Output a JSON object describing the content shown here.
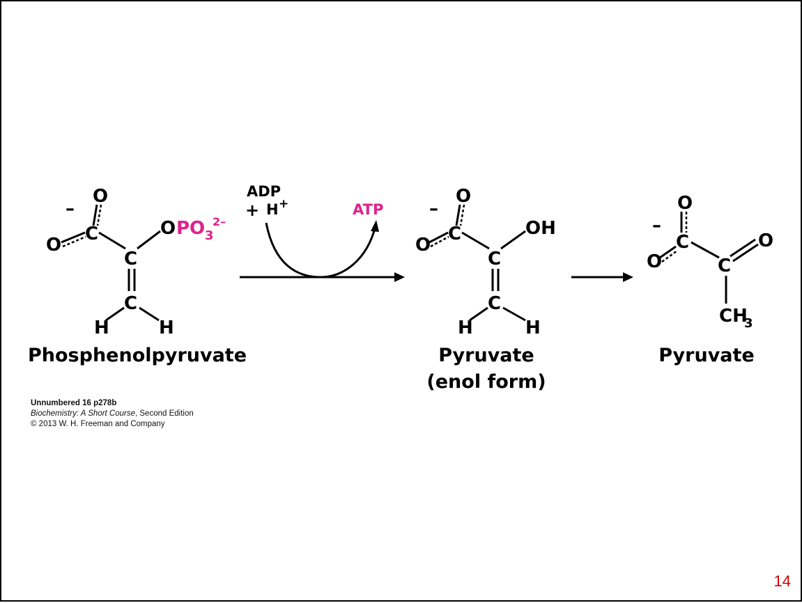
{
  "molecules": [
    {
      "name": "Phosphenolpyruvate"
    },
    {
      "name": "Pyruvate",
      "subtitle": "(enol form)"
    },
    {
      "name": "Pyruvate"
    }
  ],
  "atoms": {
    "O": "O",
    "C": "C",
    "H": "H",
    "minus": "–",
    "OH": "OH",
    "OPO_O": "O",
    "OPO_PO": "PO",
    "sub3": "3",
    "sup2minus": "2–",
    "CH": "CH"
  },
  "reaction": {
    "reactant_1": "ADP",
    "plus": "+",
    "reactant_2": "H",
    "reactant_2_sup": "+",
    "product": "ATP"
  },
  "credit": {
    "line1": "Unnumbered 16 p278b",
    "book": "Biochemistry: A Short Course",
    "edition": ", Second Edition",
    "line3": "© 2013 W. H. Freeman and Company"
  },
  "page_number": "14",
  "colors": {
    "phosphate": "#e0218a",
    "atp": "#e0218a",
    "page_number": "#cc0000"
  }
}
